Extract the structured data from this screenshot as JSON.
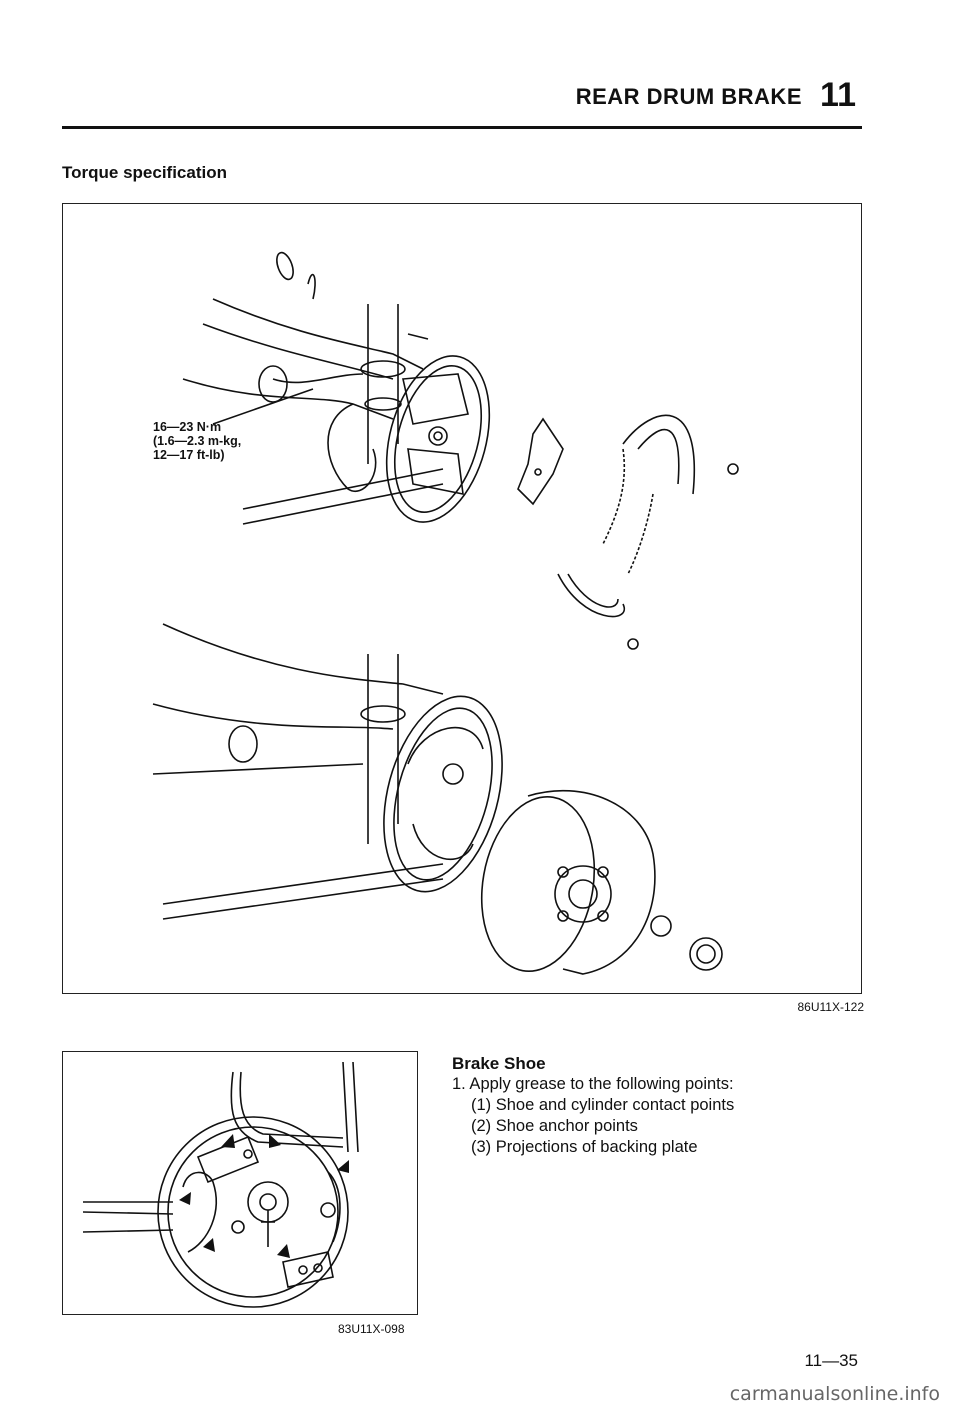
{
  "header": {
    "title": "REAR DRUM BRAKE",
    "chapter": "11"
  },
  "section": {
    "heading": "Torque specification"
  },
  "figure1": {
    "code": "86U11X-122",
    "torque": [
      "16—23 N·m",
      "(1.6—2.3 m-kg,",
      "12—17 ft-lb)"
    ]
  },
  "figure2": {
    "code": "83U11X-098"
  },
  "brake_shoe": {
    "title": "Brake Shoe",
    "step1": "1. Apply grease to the following points:",
    "points": [
      "(1) Shoe and cylinder contact points",
      "(2) Shoe anchor points",
      "(3) Projections of backing plate"
    ]
  },
  "page_number": "11—35",
  "watermark": "carmanualsonline.info"
}
